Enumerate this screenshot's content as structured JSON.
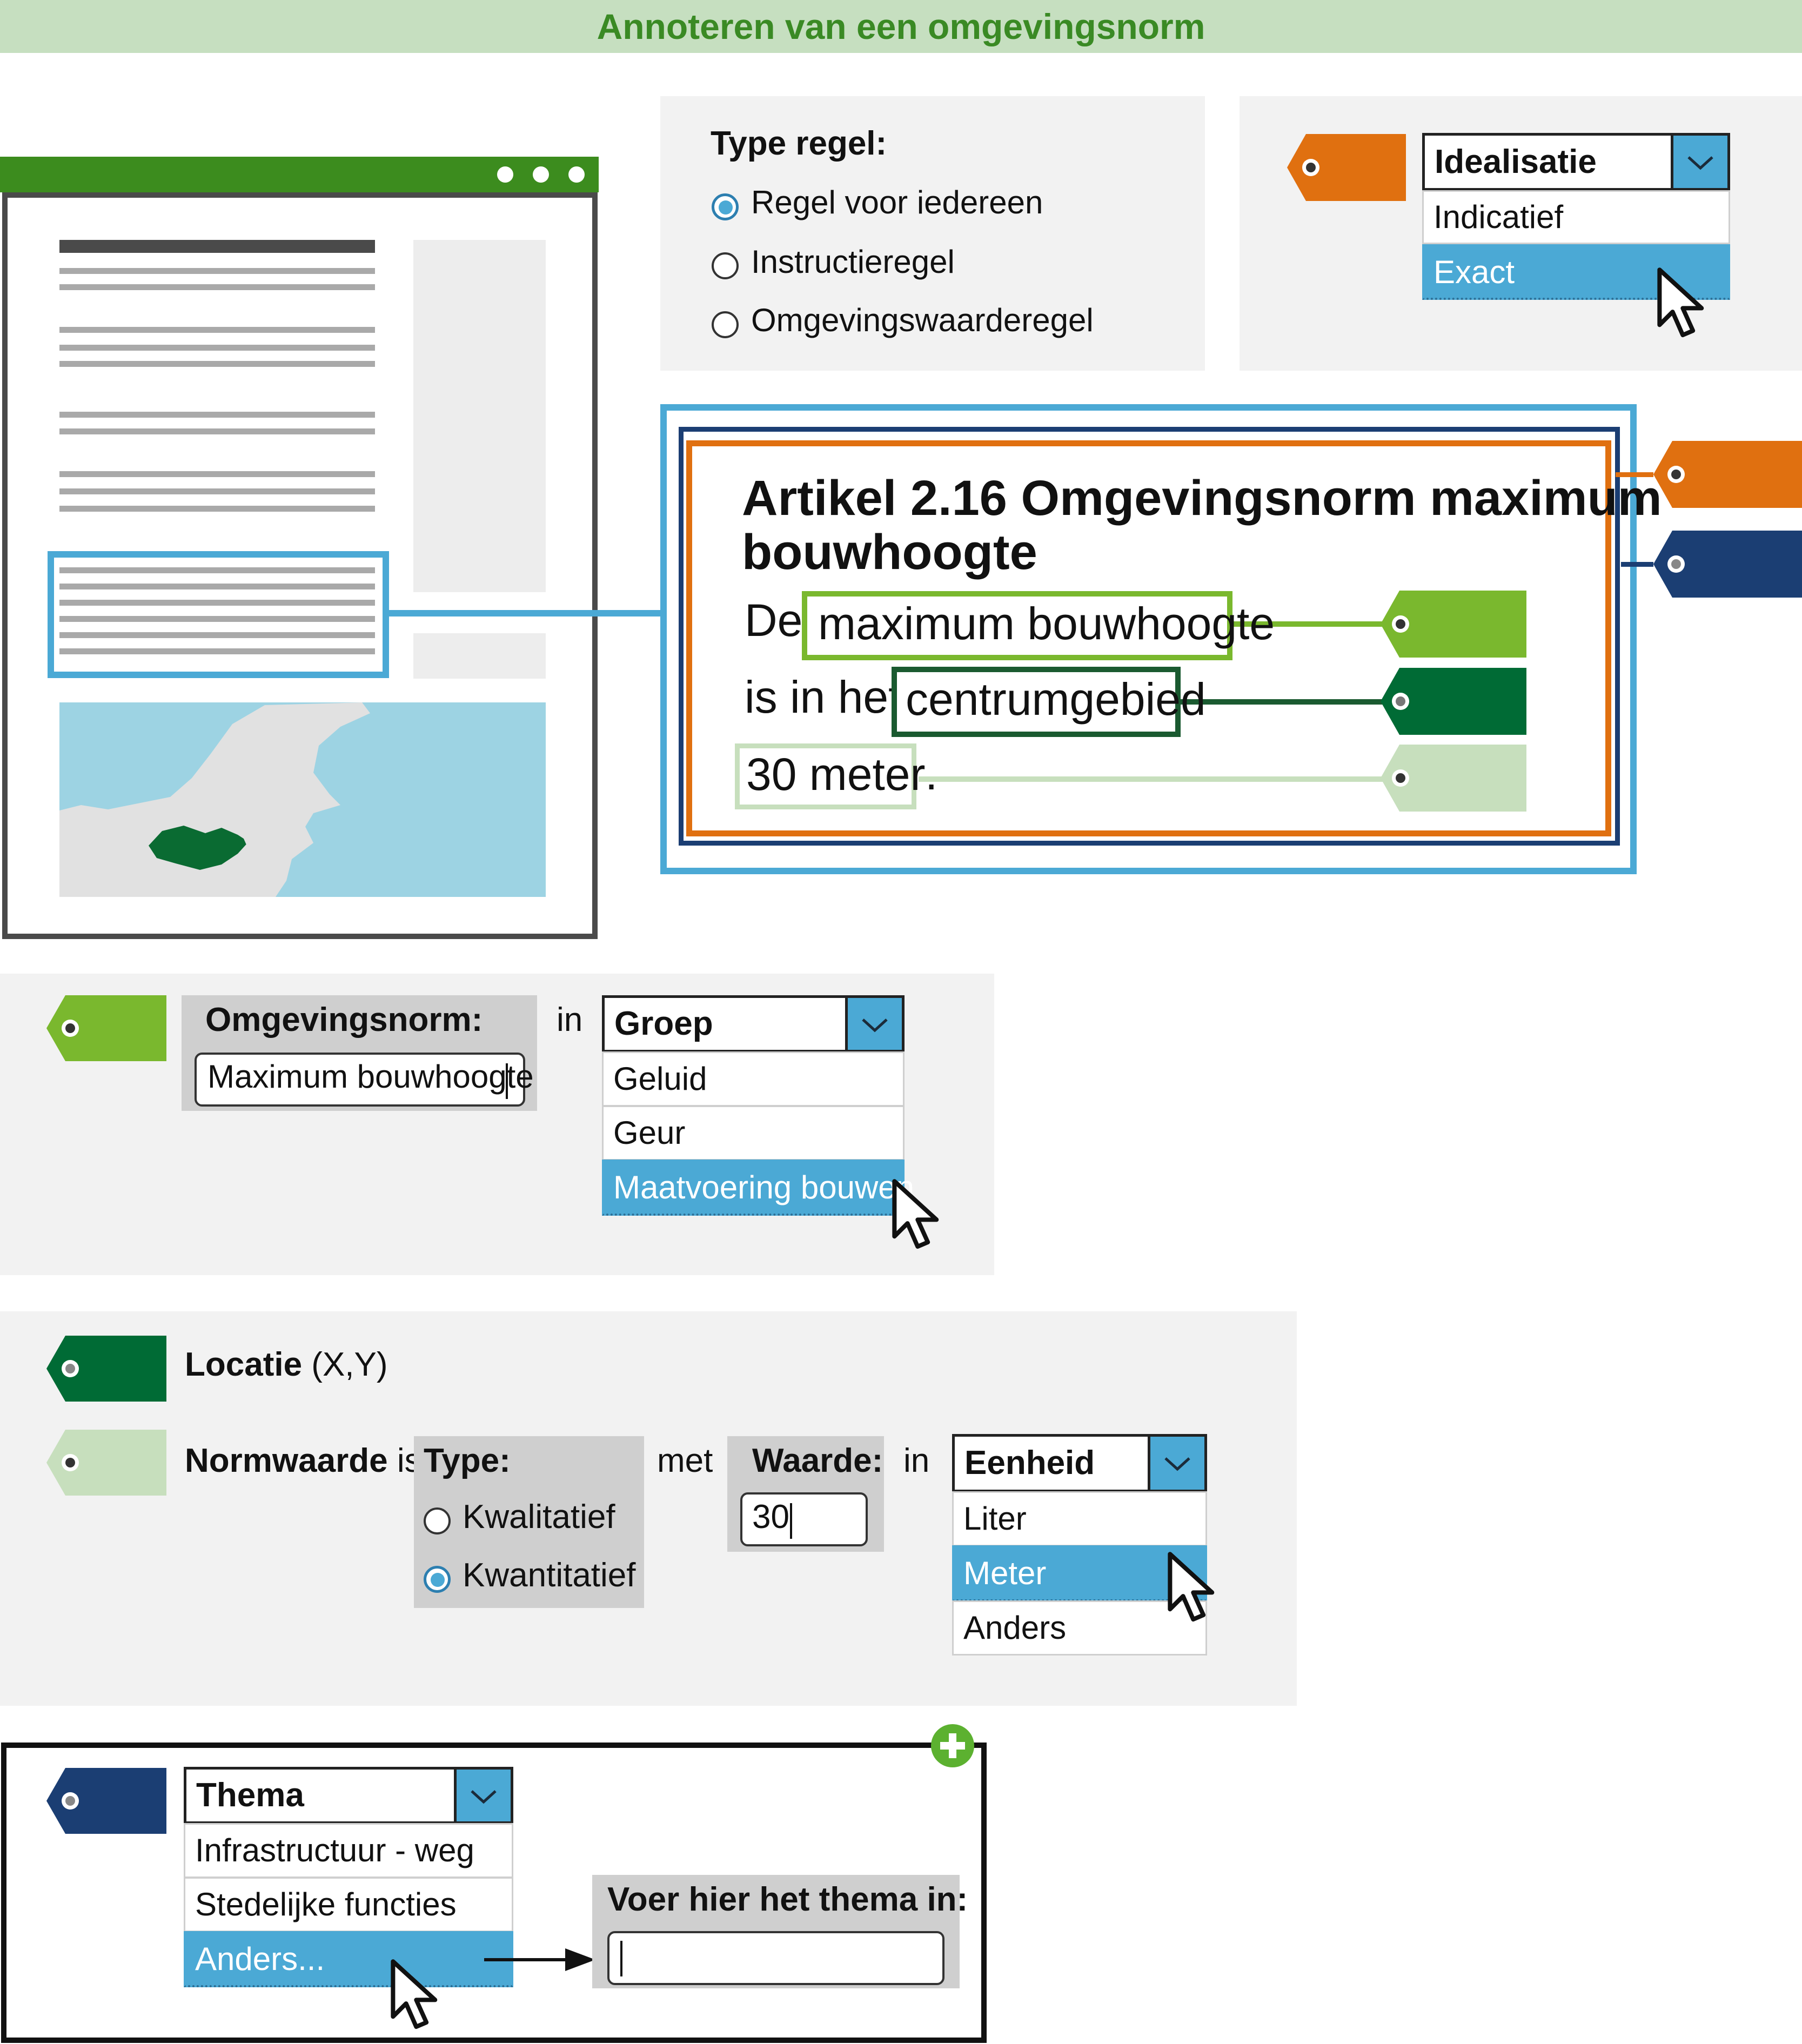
{
  "title": "Annoteren van een omgevingsnorm",
  "type_regel": {
    "label": "Type regel:",
    "options": [
      "Regel voor iedereen",
      "Instructieregel",
      "Omgevingswaarderegel"
    ],
    "selected_index": 0
  },
  "idealisatie": {
    "label": "Idealisatie",
    "options": [
      "Indicatief",
      "Exact"
    ],
    "selected": "Exact"
  },
  "article": {
    "title_line1": "Artikel 2.16 Omgevingsnorm maximum",
    "title_line2": "bouwhoogte",
    "line1_prefix": "De",
    "norm_term": "maximum bouwhoogte",
    "line2_prefix": "is in het",
    "location_term": "centrumgebied",
    "value_term": "30 meter",
    "period": "."
  },
  "omgevingsnorm": {
    "label": "Omgevingsnorm:",
    "input_value": "Maximum bouwhoogte",
    "in_label": "in",
    "groep": {
      "label": "Groep",
      "options": [
        "Geluid",
        "Geur",
        "Maatvoering bouwen"
      ],
      "selected": "Maatvoering bouwen"
    }
  },
  "locatie": {
    "label": "Locatie",
    "coords": "(X,Y)"
  },
  "normwaarde": {
    "label": "Normwaarde",
    "is_label": "is",
    "type_label": "Type:",
    "type_options": [
      "Kwalitatief",
      "Kwantitatief"
    ],
    "type_selected_index": 1,
    "met_label": "met",
    "waarde_label": "Waarde:",
    "waarde_value": "30",
    "in_label": "in",
    "eenheid": {
      "label": "Eenheid",
      "options": [
        "Liter",
        "Meter",
        "Anders"
      ],
      "selected": "Meter"
    }
  },
  "thema": {
    "label": "Thema",
    "options": [
      "Infrastructuur - weg",
      "Stedelijke functies",
      "Anders..."
    ],
    "selected": "Anders...",
    "input_label": "Voer hier het thema in:",
    "input_value": ""
  },
  "colors": {
    "header_bg": "#c6dfc0",
    "header_text": "#3a8a24",
    "blue": "#4ba9d5",
    "orange": "#e07010",
    "navy": "#1b3e73",
    "lime": "#7ab82e",
    "darkgreen": "#006b35",
    "lightgreen": "#c7dfbd",
    "plus_green": "#5cb130"
  },
  "icons": [
    "tag-icon",
    "chevron-down-icon",
    "cursor-icon",
    "plus-icon",
    "arrow-right-icon"
  ]
}
